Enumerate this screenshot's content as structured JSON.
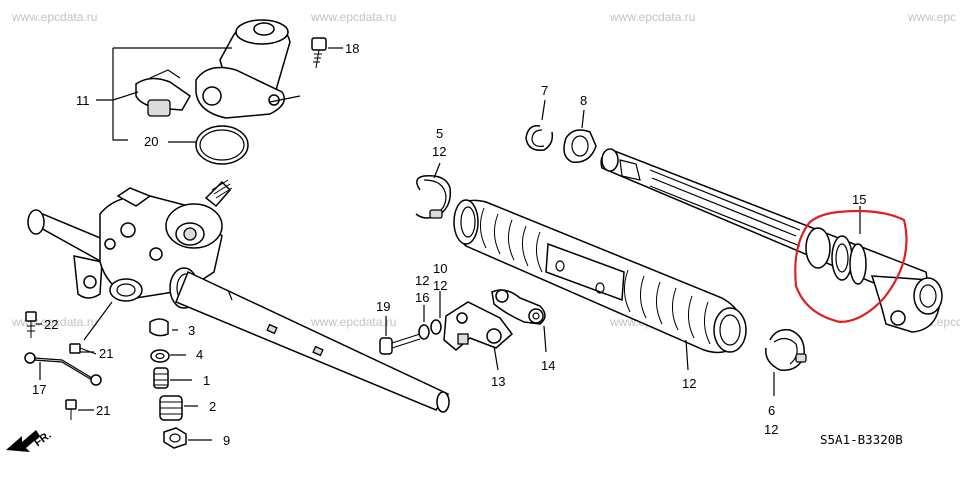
{
  "watermarks": [
    "www.epcdata.ru",
    "www.epcdata.ru",
    "www.epcdata.ru",
    "www.epc",
    "www.epcdata.ru",
    "www.epcdata.ru",
    "www.epcdata.ru",
    "www.epcdata.ru"
  ],
  "callouts": {
    "c1": "1",
    "c2": "2",
    "c3": "3",
    "c4": "4",
    "c5": "5",
    "c5b": "12",
    "c6": "6",
    "c6b": "12",
    "c7": "7",
    "c8": "8",
    "c9": "9",
    "c10": "10",
    "c10b": "12",
    "c11": "11",
    "c12a": "12",
    "c12b": "12",
    "c13": "13",
    "c14": "14",
    "c15": "15",
    "c16": "16",
    "c17": "17",
    "c18": "18",
    "c19": "19",
    "c20": "20",
    "c21a": "21",
    "c21b": "21",
    "c22": "22"
  },
  "diagram_code": "S5A1-B3320B",
  "front_arrow_label": "FR.",
  "colors": {
    "highlight": "#e02020",
    "watermark": "#c3c3c3",
    "line": "#000000"
  },
  "icons": {
    "front_arrow": "front-direction-arrow-icon"
  }
}
